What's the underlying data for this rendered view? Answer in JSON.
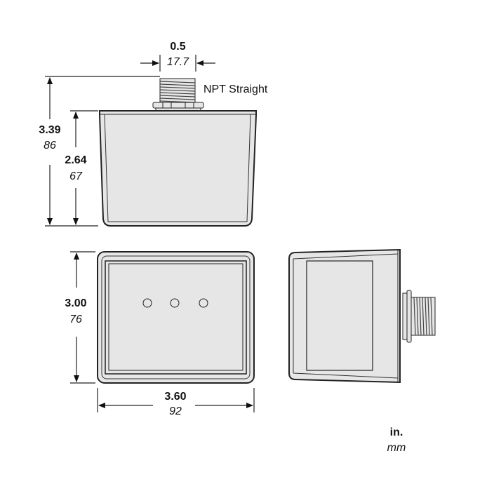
{
  "diagram": {
    "title": "Enclosure dimensional drawing",
    "fill_color": "#e6e6e6",
    "line_color": "#222222",
    "units": {
      "primary": "in.",
      "secondary": "mm"
    },
    "callouts": {
      "fitting": "NPT Straight"
    },
    "dimensions": {
      "fitting_width": {
        "in": "0.5",
        "mm": "17.7"
      },
      "overall_height": {
        "in": "3.39",
        "mm": "86"
      },
      "body_height": {
        "in": "2.64",
        "mm": "67"
      },
      "depth": {
        "in": "3.00",
        "mm": "76"
      },
      "width": {
        "in": "3.60",
        "mm": "92"
      }
    },
    "views": [
      "front-view",
      "top-view",
      "side-view"
    ],
    "top_view_holes": 3
  }
}
